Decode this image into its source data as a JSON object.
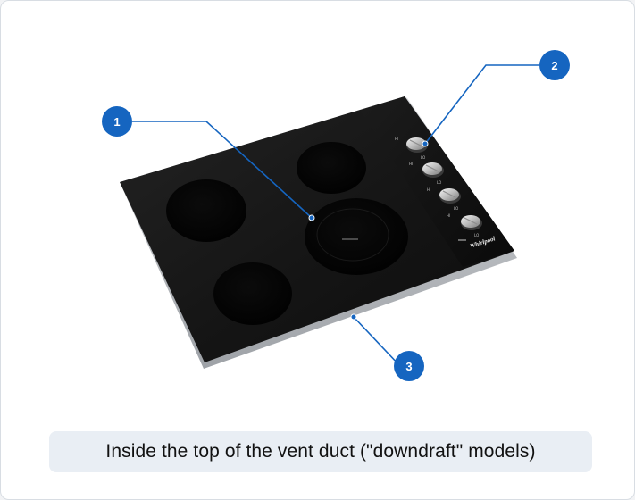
{
  "caption": "Inside the top of the vent duct (\"downdraft\" models)",
  "markers": [
    {
      "number": "1"
    },
    {
      "number": "2"
    },
    {
      "number": "3"
    }
  ],
  "colors": {
    "marker": "#1565c0",
    "leader_line": "#1565c0",
    "cooktop_glass": "#161616",
    "burner": "#050505",
    "frame": "#bfc2c6",
    "caption_bg": "#e9eef4"
  },
  "appliance": {
    "brand": "Whirlpool",
    "knob_count": 4,
    "burner_count": 4
  }
}
